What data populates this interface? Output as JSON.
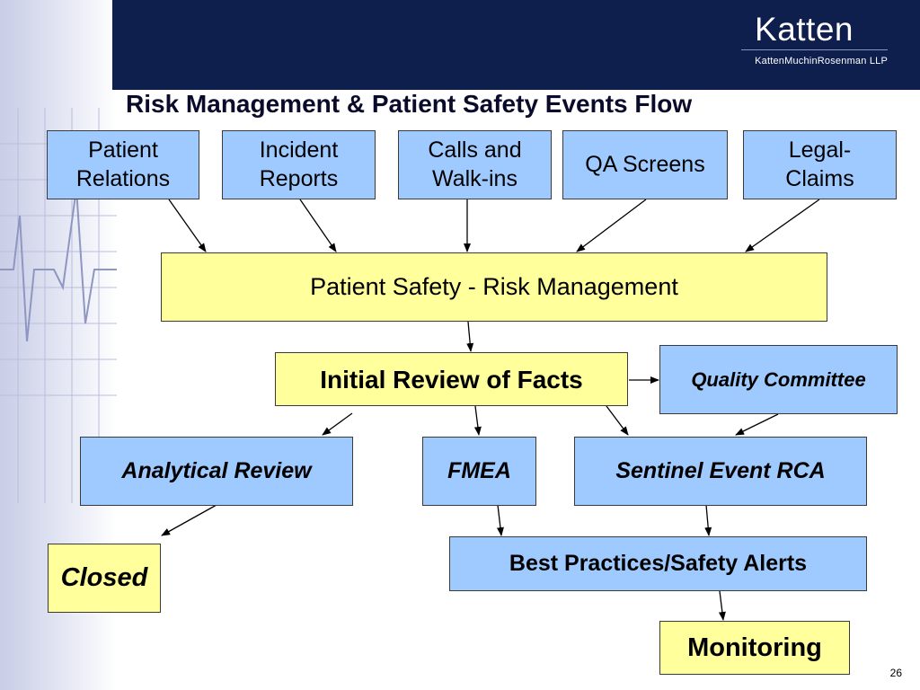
{
  "header": {
    "logo": "Katten",
    "logo_subtitle": "KattenMuchinRosenman LLP"
  },
  "title": "Risk Management & Patient Safety Events Flow",
  "sources": {
    "patient_relations": "Patient Relations",
    "incident_reports": "Incident Reports",
    "calls_walkins": "Calls and Walk-ins",
    "qa_screens": "QA Screens",
    "legal_claims": "Legal-Claims"
  },
  "center": "Patient Safety - Risk Management",
  "initial_review": "Initial Review of Facts",
  "quality_committee": "Quality Committee",
  "analytical_review": "Analytical Review",
  "fmea": "FMEA",
  "sentinel_rca": "Sentinel Event RCA",
  "best_practices": "Best Practices/Safety Alerts",
  "closed": "Closed",
  "monitoring": "Monitoring",
  "page_number": "26",
  "colors": {
    "header": "#0e1f4d",
    "blue_box": "#9fcaff",
    "yellow_box": "#ffff9c"
  }
}
